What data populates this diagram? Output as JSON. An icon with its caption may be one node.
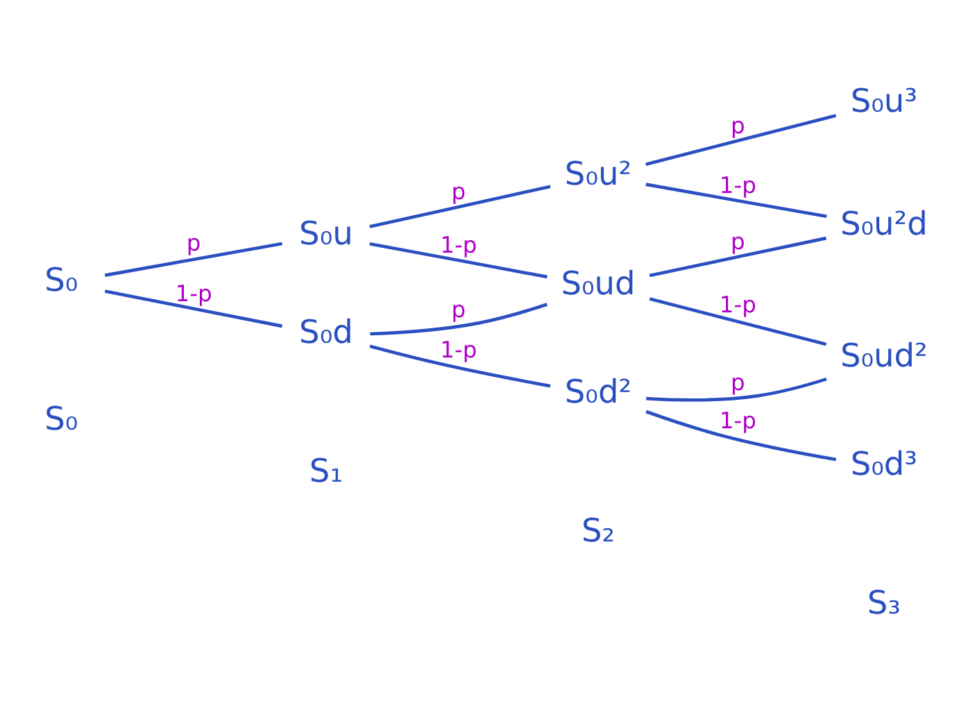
{
  "diagram": {
    "nodes": [
      {
        "text": [
          "S₀"
        ]
      },
      {
        "text": [
          "S₀u"
        ]
      },
      {
        "text": [
          "S₀d"
        ]
      },
      {
        "text": [
          "S₀u²"
        ]
      },
      {
        "text": [
          "S₀ud"
        ]
      },
      {
        "text": [
          "S₀d²"
        ]
      },
      {
        "text": [
          "S₀u³"
        ]
      },
      {
        "text": [
          "S₀u²d"
        ]
      },
      {
        "text": [
          "S₀ud²"
        ]
      },
      {
        "text": [
          "S₀d³"
        ]
      }
    ],
    "edges": [
      {
        "from": 0,
        "to": 1,
        "arrow": "none",
        "label": "p"
      },
      {
        "from": 0,
        "to": 2,
        "arrow": "none",
        "label": "1-p"
      },
      {
        "from": 1,
        "to": 3,
        "arrow": "none",
        "label": "p"
      },
      {
        "from": 1,
        "to": 4,
        "arrow": "none",
        "label": "1-p"
      },
      {
        "from": 2,
        "to": 4,
        "arrow": "none",
        "label": "p"
      },
      {
        "from": 2,
        "to": 5,
        "arrow": "none",
        "label": "1-p"
      },
      {
        "from": 3,
        "to": 6,
        "arrow": "none",
        "label": "p"
      },
      {
        "from": 3,
        "to": 7,
        "arrow": "none",
        "label": "1-p"
      },
      {
        "from": 4,
        "to": 7,
        "arrow": "none",
        "label": "p"
      },
      {
        "from": 4,
        "to": 8,
        "arrow": "none",
        "label": "1-p"
      },
      {
        "from": 5,
        "to": 8,
        "arrow": "none",
        "label": "p"
      },
      {
        "from": 5,
        "to": 9,
        "arrow": "none",
        "label": "1-p"
      }
    ],
    "labels": [
      "S₀",
      "S₁",
      "S₂",
      "S₃"
    ]
  }
}
